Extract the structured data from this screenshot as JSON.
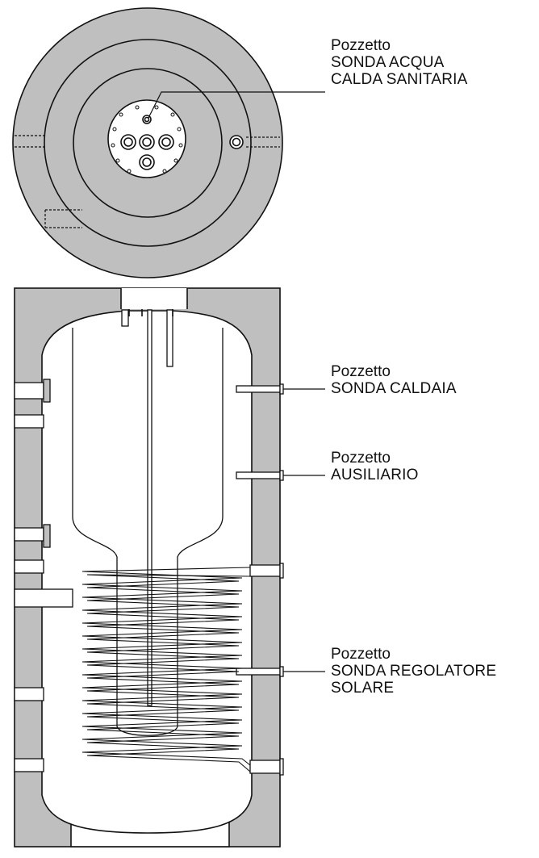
{
  "colors": {
    "insulation": "#bfbfbf",
    "tank_fill": "#e2e2e2",
    "line": "#111111",
    "background": "#ffffff"
  },
  "labels": {
    "top_probe": {
      "title": "Pozzetto",
      "lines": [
        "SONDA ACQUA",
        "CALDA SANITARIA"
      ]
    },
    "boiler_probe": {
      "title": "Pozzetto",
      "lines": [
        "SONDA CALDAIA"
      ]
    },
    "aux_probe": {
      "title": "Pozzetto",
      "lines": [
        "AUSILIARIO"
      ]
    },
    "solar_probe": {
      "title": "Pozzetto",
      "lines": [
        "SONDA REGOLATORE",
        "SOLARE"
      ]
    }
  }
}
